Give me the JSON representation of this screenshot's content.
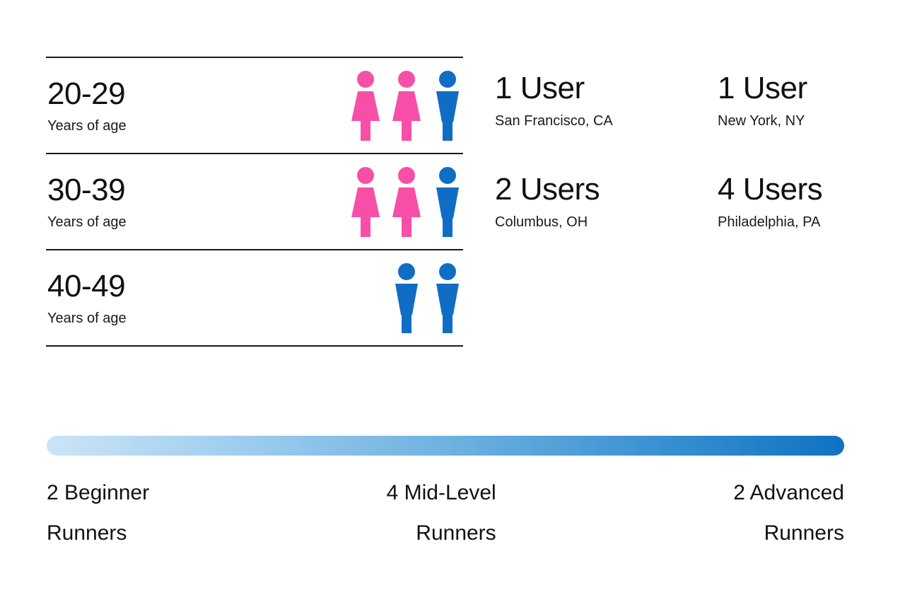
{
  "theme": {
    "background": "#ffffff",
    "text": "#111111",
    "rule": "#1a1a1a",
    "female_color": "#f74fa8",
    "male_color": "#0f6ec4",
    "gradient_start": "#cbe4f7",
    "gradient_end": "#0f72c2"
  },
  "age_table": {
    "rows": [
      {
        "range": "20-29",
        "caption": "Years of age",
        "figures": [
          "female",
          "female",
          "male"
        ],
        "female_count": 2,
        "male_count": 1,
        "total": 3
      },
      {
        "range": "30-39",
        "caption": "Years of age",
        "figures": [
          "female",
          "female",
          "male"
        ],
        "female_count": 2,
        "male_count": 1,
        "total": 3
      },
      {
        "range": "40-49",
        "caption": "Years of age",
        "figures": [
          "male",
          "male"
        ],
        "female_count": 0,
        "male_count": 2,
        "total": 2
      }
    ]
  },
  "cities": {
    "column_1": [
      {
        "count_label": "1 User",
        "count": 1,
        "location": "San Francisco, CA"
      },
      {
        "count_label": "2 Users",
        "count": 2,
        "location": "Columbus, OH"
      }
    ],
    "column_2": [
      {
        "count_label": "1 User",
        "count": 1,
        "location": "New York, NY"
      },
      {
        "count_label": "4 Users",
        "count": 4,
        "location": "Philadelphia, PA"
      }
    ]
  },
  "skill_scale": {
    "levels": [
      {
        "line1": "2 Beginner",
        "line2": "Runners",
        "count": 2,
        "level": "Beginner",
        "align": "left"
      },
      {
        "line1": "4 Mid-Level",
        "line2": "Runners",
        "count": 4,
        "level": "Mid-Level",
        "align": "right"
      },
      {
        "line1": "2 Advanced",
        "line2": "Runners",
        "count": 2,
        "level": "Advanced",
        "align": "right"
      }
    ]
  },
  "chart_data": {
    "type": "table",
    "title": "",
    "categories": [
      "20-29",
      "30-39",
      "40-49"
    ],
    "series": [
      {
        "name": "Female",
        "values": [
          2,
          2,
          0
        ]
      },
      {
        "name": "Male",
        "values": [
          1,
          1,
          2
        ]
      }
    ],
    "xlabel": "Years of age",
    "ylabel": "Users",
    "annotations": [
      "San Francisco, CA: 1 User",
      "New York, NY: 1 User",
      "Columbus, OH: 2 Users",
      "Philadelphia, PA: 4 Users"
    ],
    "secondary": {
      "type": "bar",
      "title": "Runner skill distribution",
      "categories": [
        "Beginner",
        "Mid-Level",
        "Advanced"
      ],
      "values": [
        2,
        4,
        2
      ],
      "legend": "none",
      "grid": false
    }
  }
}
